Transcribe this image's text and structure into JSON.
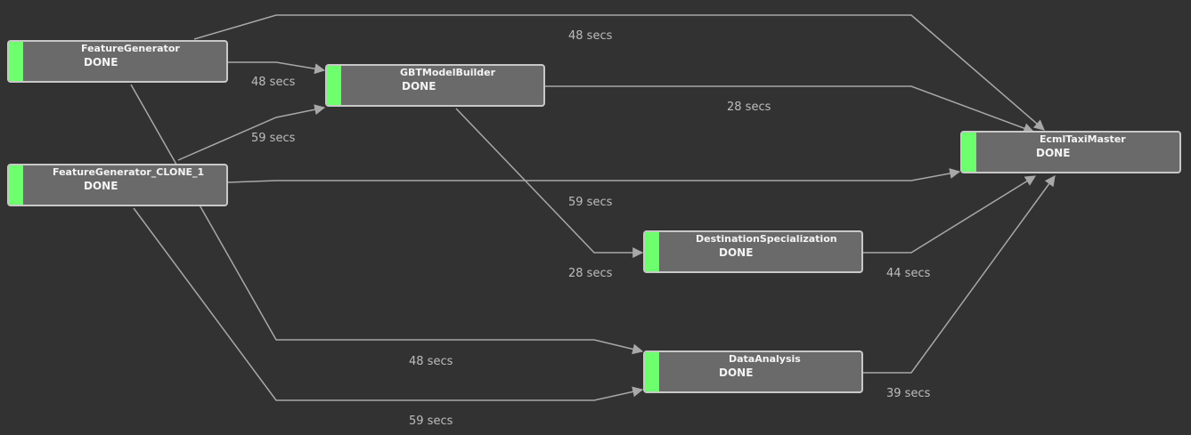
{
  "nodes": {
    "feature_generator": {
      "title": "FeatureGenerator",
      "status": "DONE"
    },
    "feature_generator_clone_1": {
      "title": "FeatureGenerator_CLONE_1",
      "status": "DONE"
    },
    "gbt_model_builder": {
      "title": "GBTModelBuilder",
      "status": "DONE"
    },
    "destination_specialization": {
      "title": "DestinationSpecialization",
      "status": "DONE"
    },
    "data_analysis": {
      "title": "DataAnalysis",
      "status": "DONE"
    },
    "ecml_taxi_master": {
      "title": "EcmlTaxiMaster",
      "status": "DONE"
    }
  },
  "edges": {
    "fg_to_master": "48 secs",
    "fg_to_gbt": "48 secs",
    "clone_to_gbt": "59 secs",
    "gbt_to_master": "28 secs",
    "clone_to_master": "59 secs",
    "gbt_to_dest": "28 secs",
    "dest_to_master": "44 secs",
    "fg_to_data": "48 secs",
    "data_to_master": "39 secs",
    "clone_to_data": "59 secs"
  },
  "colors": {
    "background": "#323232",
    "node_fill": "#6a6a6a",
    "node_border": "#c8c8c8",
    "status_done": "#6dff6d",
    "edge": "#a8a8a8"
  }
}
